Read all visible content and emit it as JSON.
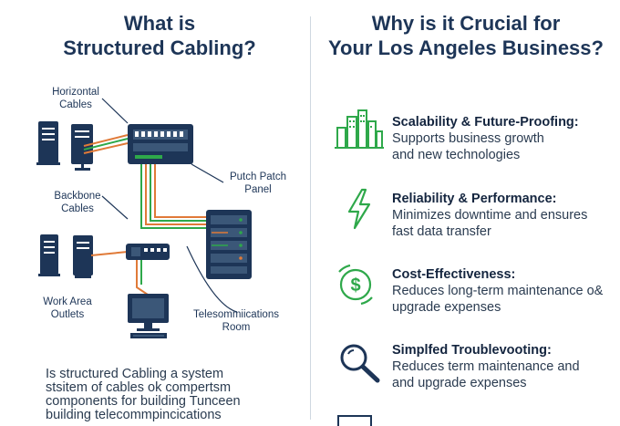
{
  "left": {
    "title_line1": "What is",
    "title_line2": "Structured Cabling?",
    "labels": {
      "horizontal_line1": "Horizontal",
      "horizontal_line2": "Cables",
      "backbone_line1": "Backbone",
      "backbone_line2": "Cables",
      "work_area_line1": "Work Area",
      "work_area_line2": "Outlets",
      "patch_line1": "Putch Patch",
      "patch_line2": "Panel",
      "telecom_line1": "Telesommiications",
      "telecom_line2": "Room"
    },
    "intro_lines": [
      "Is structured Cabling a system",
      "stsitem of cables ok compertsm",
      "components for building Tunceen",
      "building telecommpincications"
    ]
  },
  "right": {
    "title_line1": "Why is it Crucial for",
    "title_line2": "Your Los Angeles Business?",
    "features": [
      {
        "icon": "city-growth-icon",
        "title": "Scalability & Future-Proofing:",
        "line1": "Supports business growth",
        "line2": "and new technologies"
      },
      {
        "icon": "lightning-icon",
        "title": "Reliability & Performance:",
        "line1": "Minimizes downtime and ensures",
        "line2": "fast data transfer"
      },
      {
        "icon": "dollar-cycle-icon",
        "title": "Cost-Effectiveness:",
        "line1": "Reduces long-term maintenance o&",
        "line2": "upgrade expenses"
      },
      {
        "icon": "magnifier-icon",
        "title": "Simplfed Troublevooting:",
        "line1": "Reduces term maintenance and",
        "line2": "and upgrade expenses"
      }
    ]
  },
  "colors": {
    "navy": "#1d3557",
    "green": "#2ea84a",
    "orange": "#e07a38",
    "divider": "#cfd8e0"
  }
}
